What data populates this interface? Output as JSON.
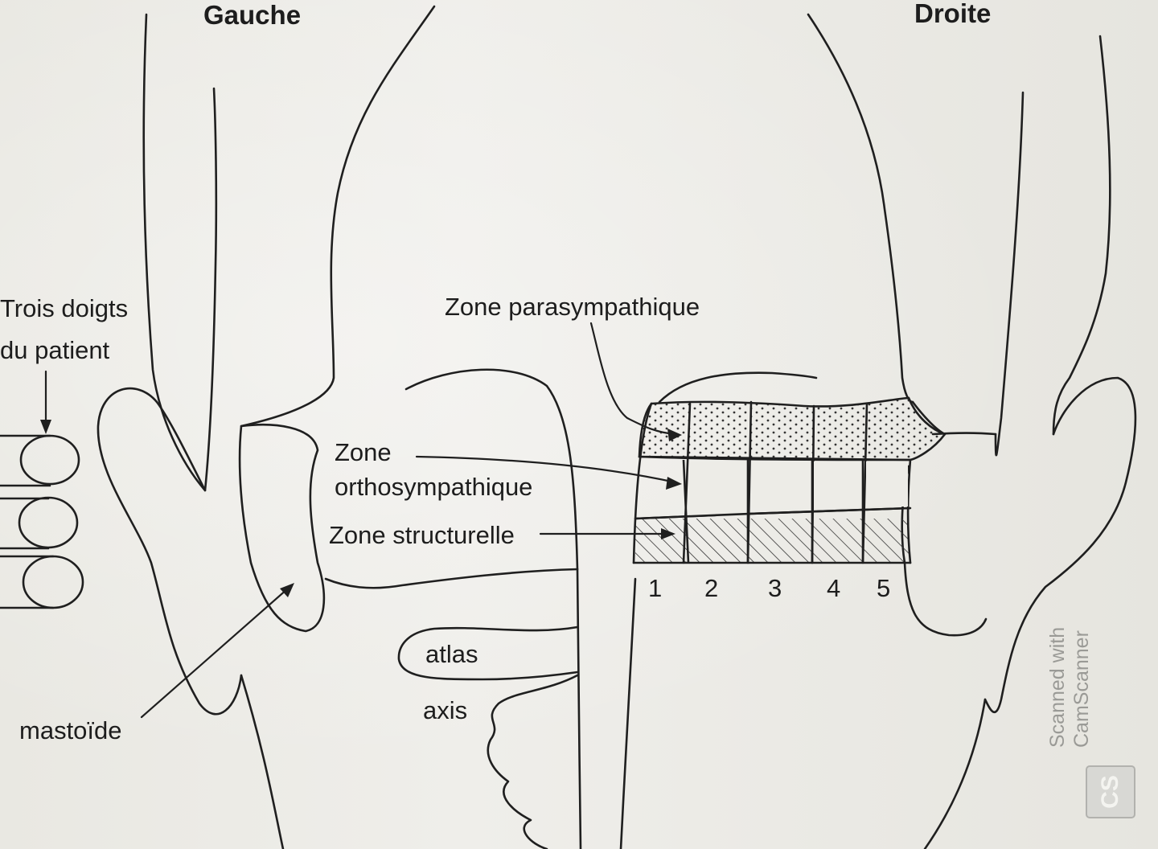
{
  "headings": {
    "left": "Gauche",
    "right": "Droite"
  },
  "labels": {
    "fingers": [
      "Trois doigts",
      "du patient"
    ],
    "parasympathetic": "Zone parasympathique",
    "orthosympathetic": [
      "Zone",
      "orthosympathique"
    ],
    "structural": "Zone structurelle",
    "mastoid": "mastoïde",
    "atlas": "atlas",
    "axis": "axis"
  },
  "grid": {
    "columns": [
      "1",
      "2",
      "3",
      "4",
      "5"
    ],
    "rows": [
      {
        "zone": "parasympathique",
        "pattern": "dots"
      },
      {
        "zone": "orthosympathique",
        "pattern": "blank"
      },
      {
        "zone": "structurelle",
        "pattern": "hatch"
      }
    ]
  },
  "watermark": {
    "text": "Scanned with\nCamScanner",
    "logo": "CS"
  }
}
